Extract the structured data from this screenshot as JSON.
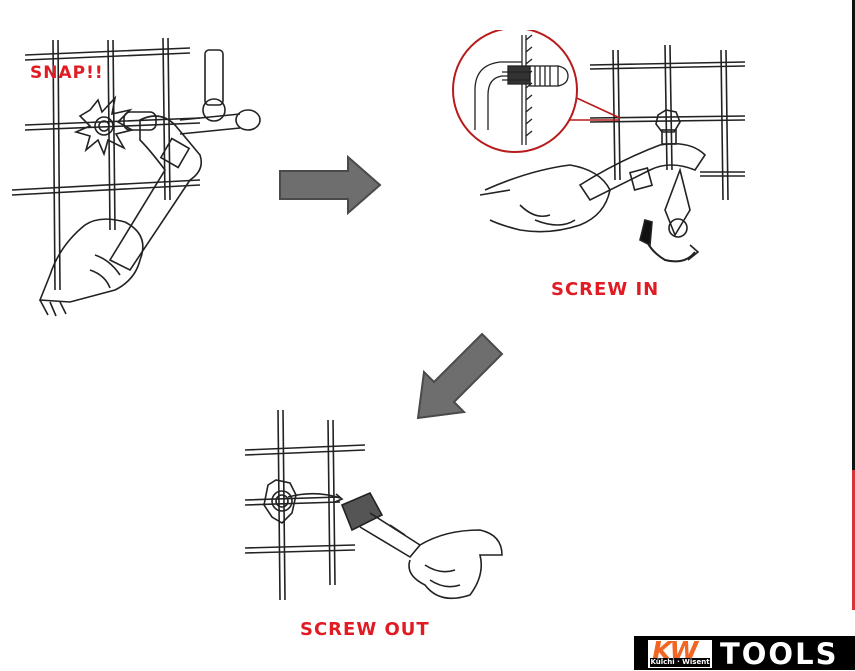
{
  "panels": [
    {
      "id": "broken",
      "label": "SNAP!!"
    },
    {
      "id": "screw-in",
      "label": "SCREW IN"
    },
    {
      "id": "screw-out",
      "label": "SCREW OUT"
    }
  ],
  "arrows": [
    {
      "id": "right",
      "color": "#6e6e6e"
    },
    {
      "id": "down-left",
      "color": "#6e6e6e"
    }
  ],
  "logo": {
    "mark": "KW",
    "subtitle": "Külchi · Wisent",
    "text": "TOOLS"
  },
  "colors": {
    "label_red": "#e01b24",
    "arrow_gray": "#6e6e6e",
    "logo_orange": "#f26522"
  }
}
